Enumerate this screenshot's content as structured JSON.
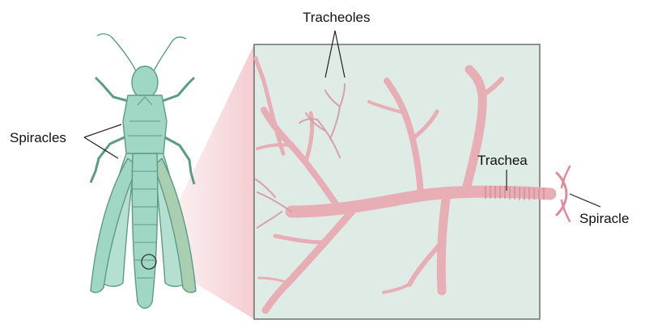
{
  "labels": {
    "tracheoles": "Tracheoles",
    "spiracles": "Spiracles",
    "trachea": "Trachea",
    "spiracle": "Spiracle"
  },
  "colors": {
    "panel_fill": "#dfece5",
    "panel_border": "#6f6f6f",
    "insect_fill": "#9fd6c4",
    "insect_stroke": "#5a9c88",
    "trachea_fill": "#e7aeb6",
    "trachea_stroke": "#c97f8c",
    "zoom_fill": "#f3cfd3",
    "leader_line": "#222222"
  }
}
